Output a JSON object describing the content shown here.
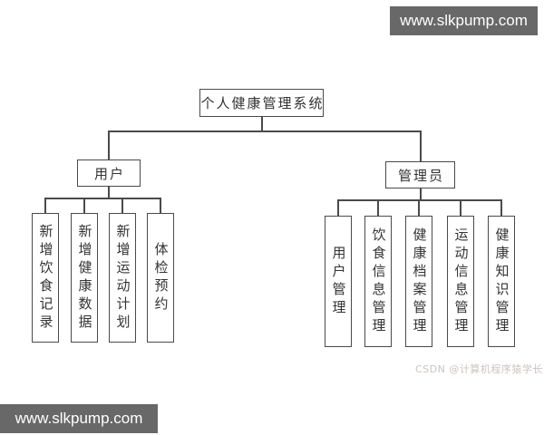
{
  "watermarks": {
    "top_right": "www.slkpump.com",
    "bottom_left": "www.slkpump.com",
    "csdn": "CSDN @计算机程序猿学长"
  },
  "colors": {
    "background": "#ffffff",
    "text": "#333333",
    "line": "#4a4a4a",
    "box_border": "#4a4a4a",
    "watermark_bar_bg": "#686868",
    "watermark_bar_text": "#ffffff",
    "csdn_watermark": "#ccc4bf"
  },
  "diagram": {
    "root": {
      "label": "个人健康管理系统"
    },
    "branches": [
      {
        "label": "用户",
        "children": [
          {
            "label": "新增饮食记录"
          },
          {
            "label": "新增健康数据"
          },
          {
            "label": "新增运动计划"
          },
          {
            "label": "体检预约"
          }
        ]
      },
      {
        "label": "管理员",
        "children": [
          {
            "label": "用户管理"
          },
          {
            "label": "饮食信息管理"
          },
          {
            "label": "健康档案管理"
          },
          {
            "label": "运动信息管理"
          },
          {
            "label": "健康知识管理"
          }
        ]
      }
    ]
  }
}
